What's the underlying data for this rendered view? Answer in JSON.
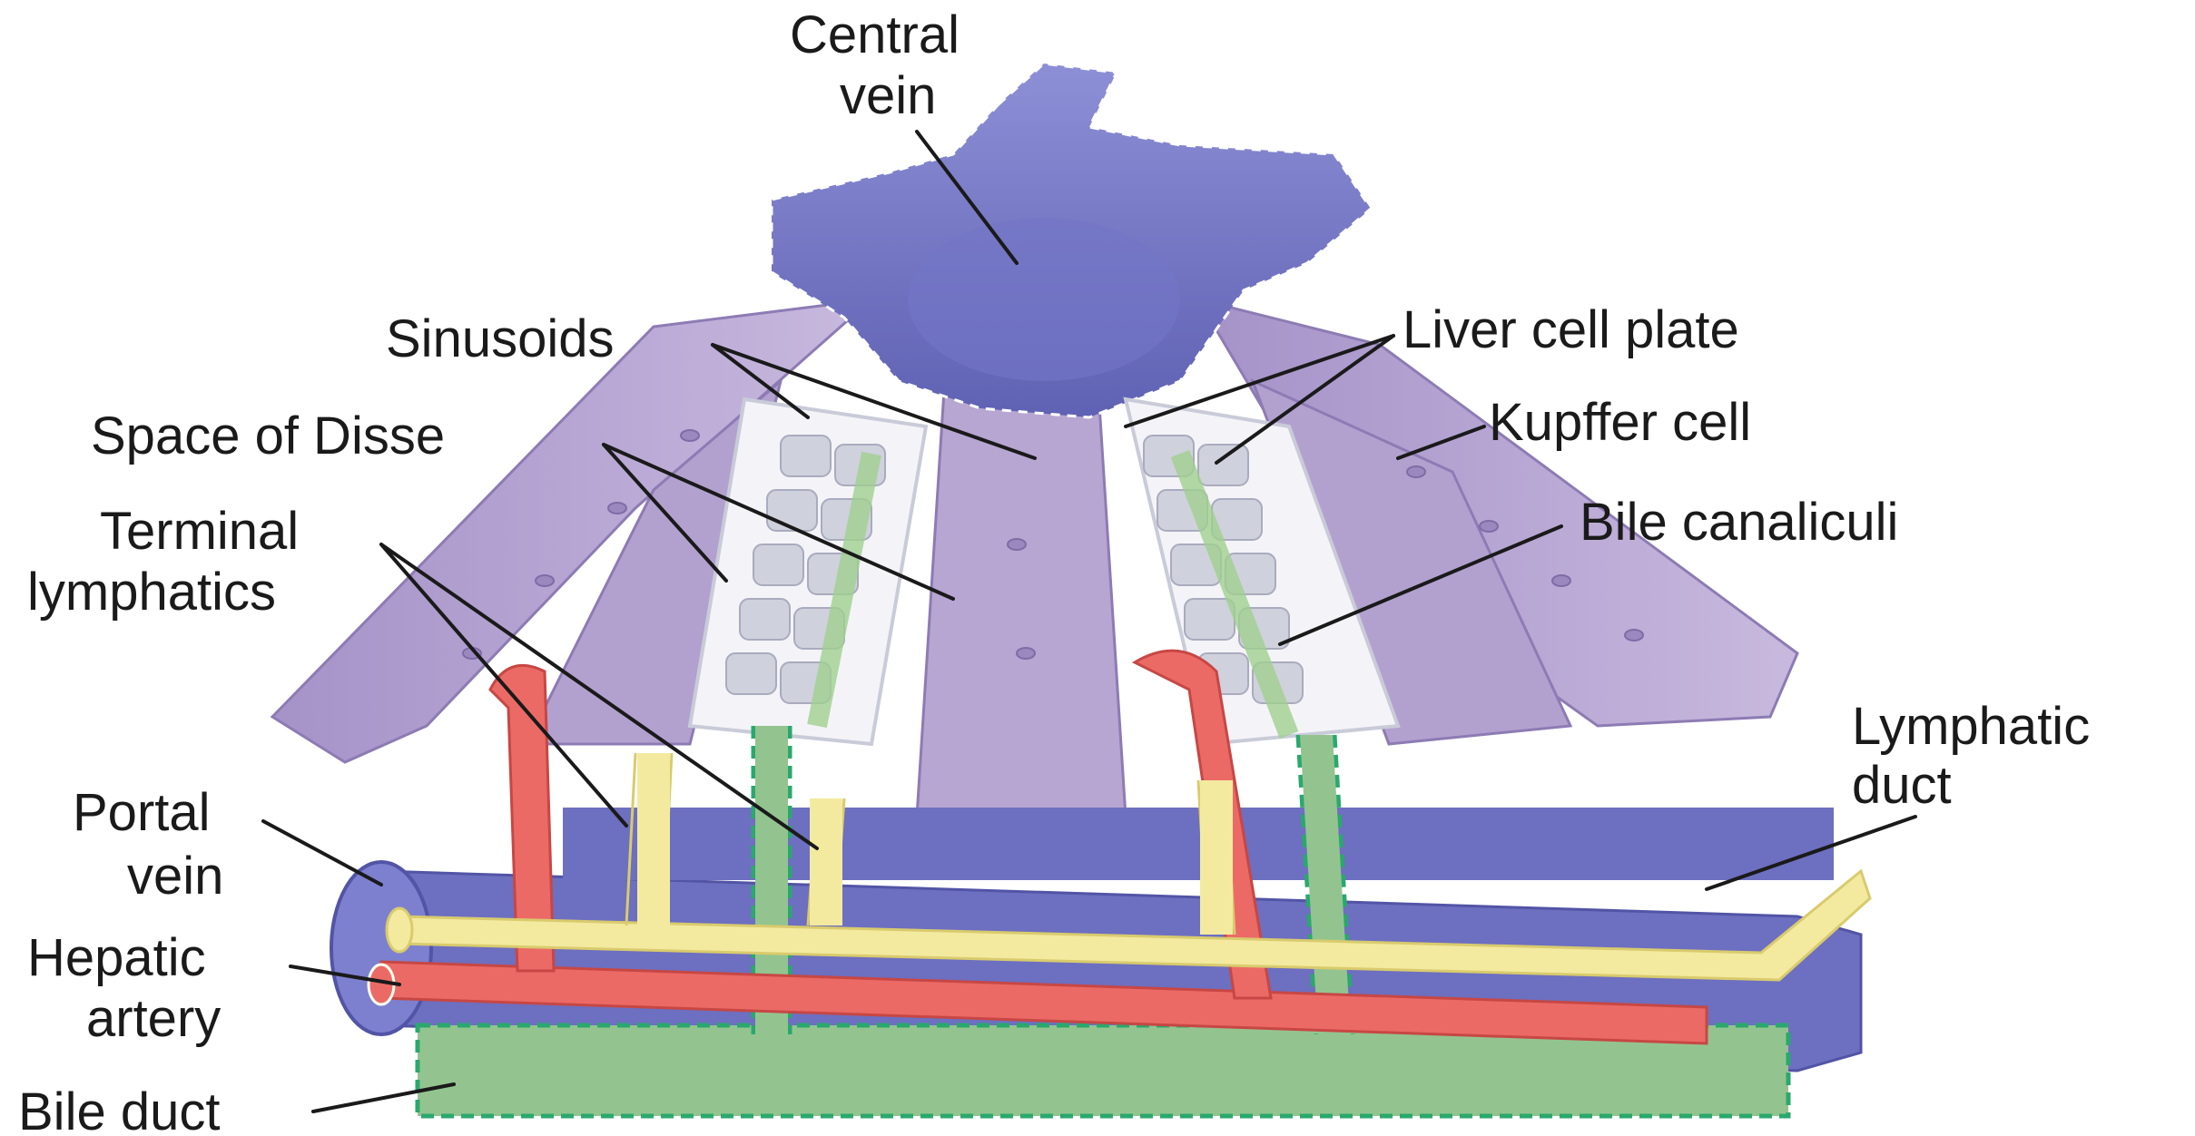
{
  "diagram": {
    "labels": {
      "central_vein_1": "Central",
      "central_vein_2": "vein",
      "sinusoids": "Sinusoids",
      "liver_cell_plate": "Liver cell plate",
      "space_of_disse": "Space of Disse",
      "kupffer_cell": "Kupffer cell",
      "terminal_lymphatics_1": "Terminal",
      "terminal_lymphatics_2": "lymphatics",
      "bile_canaliculi": "Bile canaliculi",
      "lymphatic_duct_1": "Lymphatic",
      "lymphatic_duct_2": "duct",
      "portal_vein_1": "Portal",
      "portal_vein_2": "vein",
      "hepatic_artery_1": "Hepatic",
      "hepatic_artery_2": "artery",
      "bile_duct": "Bile duct"
    },
    "colors": {
      "vein": "#6d6fc0",
      "vein_light": "#8d8fd6",
      "sinusoid": "#b9a8d3",
      "sinusoid_dark": "#9d8bc0",
      "hepatocyte": "#c9cbd8",
      "hepatocyte_nucleus": "#8e90a8",
      "artery": "#ec6a66",
      "lymphatic": "#f3eaa0",
      "bile": "#93c48f",
      "bile_border": "#2aa86e",
      "label": "#1a1a1a"
    }
  }
}
